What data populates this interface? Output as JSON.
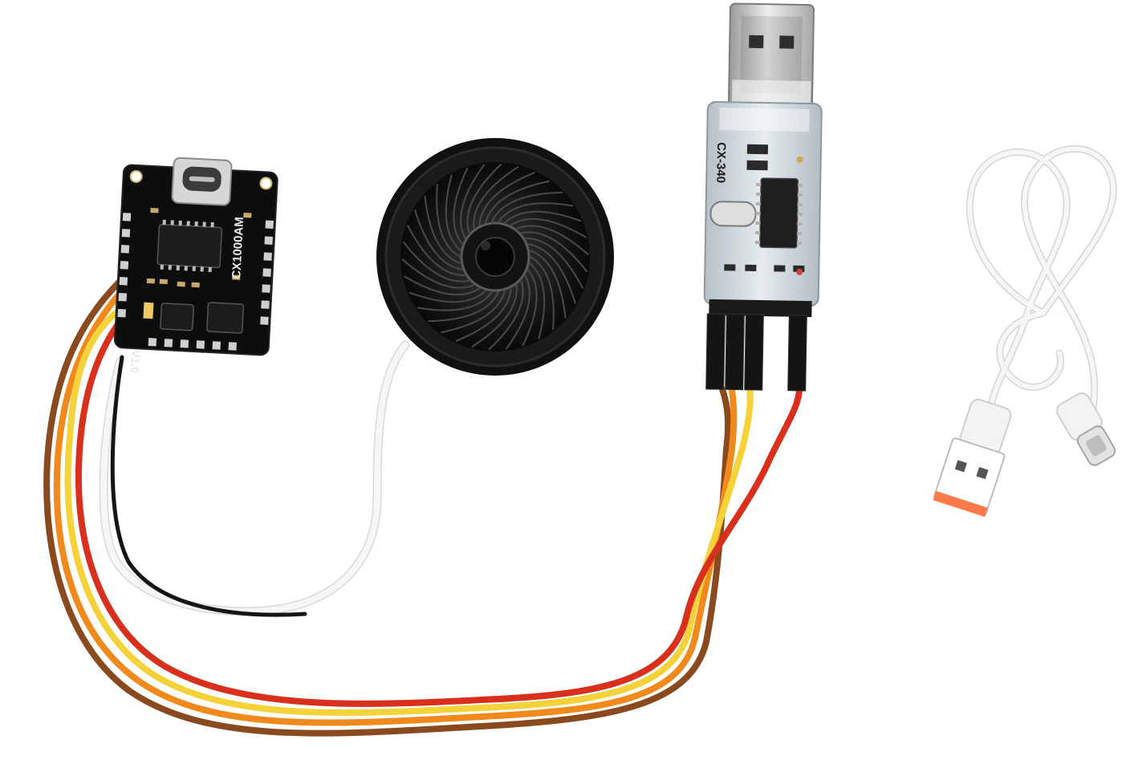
{
  "scene": {
    "background": "#ffffff",
    "objects": [
      "voice-module-board",
      "speaker",
      "usb-to-ttl-adapter",
      "usb-c-cable",
      "jumper-wires"
    ]
  },
  "voice_module": {
    "model_label": "CX1000AM",
    "version_label": "V1.0",
    "pcb_color": "#0d0d0d"
  },
  "usb_adapter": {
    "model_label": "CX-340",
    "pcb_color": "#cfd8de"
  },
  "wires": {
    "colors": {
      "white": "#f4f4f4",
      "black": "#151515",
      "brown": "#8a4a1f",
      "orange": "#f08a1c",
      "yellow": "#f6d23a",
      "red": "#d8301c"
    }
  },
  "cable": {
    "color": "#f4f4f4",
    "tip_color": "#ff7a4a"
  }
}
